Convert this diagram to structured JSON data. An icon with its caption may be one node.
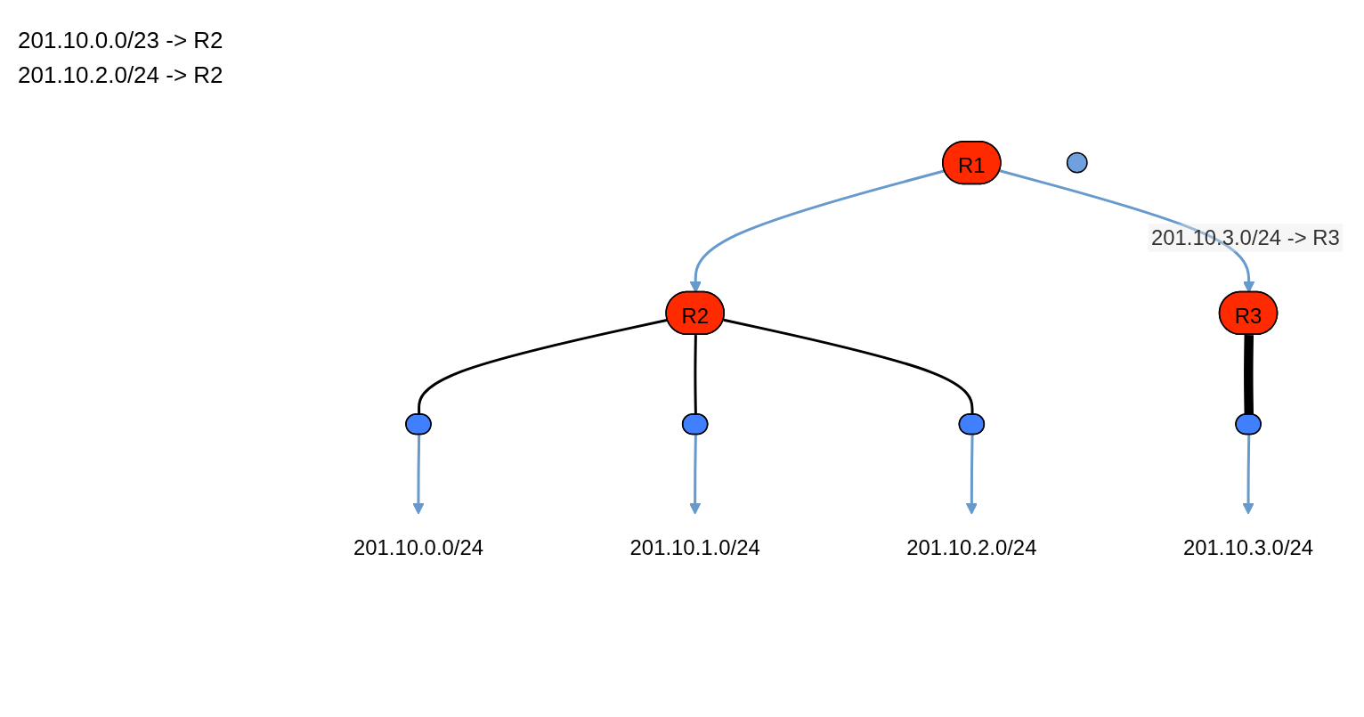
{
  "diagram": {
    "nodes": [
      {
        "text": [
          "R1"
        ]
      },
      {
        "text": [],
        "shape": "circle"
      },
      {
        "text": [
          "R2"
        ]
      },
      {
        "text": [
          "R3"
        ]
      },
      {
        "text": [],
        "shape": "ellipse"
      },
      {
        "text": [],
        "shape": "ellipse"
      },
      {
        "text": [],
        "shape": "ellipse"
      },
      {
        "text": [],
        "shape": "ellipse"
      },
      {
        "text": [
          "201.10.0.0/24"
        ]
      },
      {
        "text": [
          "201.10.1.0/24"
        ]
      },
      {
        "text": [
          "201.10.2.0/24"
        ]
      },
      {
        "text": [
          "201.10.3.0/24"
        ]
      }
    ],
    "edges": [
      {
        "from": 0,
        "to": 2,
        "arrow": "to"
      },
      {
        "from": 0,
        "to": 3,
        "arrow": "to",
        "label": "201.10.3.0/24 -> R3"
      },
      {
        "from": 2,
        "to": 4,
        "arrow": "none",
        "color": "#000000"
      },
      {
        "from": 2,
        "to": 5,
        "arrow": "none",
        "color": "#000000"
      },
      {
        "from": 2,
        "to": 6,
        "arrow": "none",
        "color": "#000000"
      },
      {
        "from": 3,
        "to": 7,
        "arrow": "none",
        "style": "thick",
        "color": "#000000"
      },
      {
        "from": 4,
        "to": 8,
        "arrow": "to"
      },
      {
        "from": 5,
        "to": 9,
        "arrow": "to"
      },
      {
        "from": 6,
        "to": 10,
        "arrow": "to"
      },
      {
        "from": 7,
        "to": 11,
        "arrow": "to"
      }
    ],
    "labels": [
      "201.10.0.0/23 -> R2",
      "201.10.2.0/24 -> R2"
    ]
  }
}
